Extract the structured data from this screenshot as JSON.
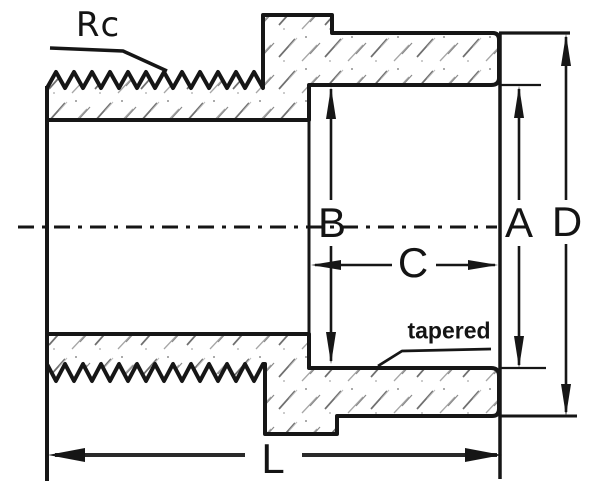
{
  "figure": {
    "type": "pipe-fitting-section-drawing",
    "labels": {
      "thread": "Rc",
      "dim_B": "B",
      "dim_A": "A",
      "dim_D": "D",
      "dim_C": "C",
      "dim_L": "L",
      "note_tapered": "tapered"
    },
    "colors": {
      "line": "#161616",
      "background": "#ffffff",
      "hatch": "#8f8f8f"
    }
  }
}
